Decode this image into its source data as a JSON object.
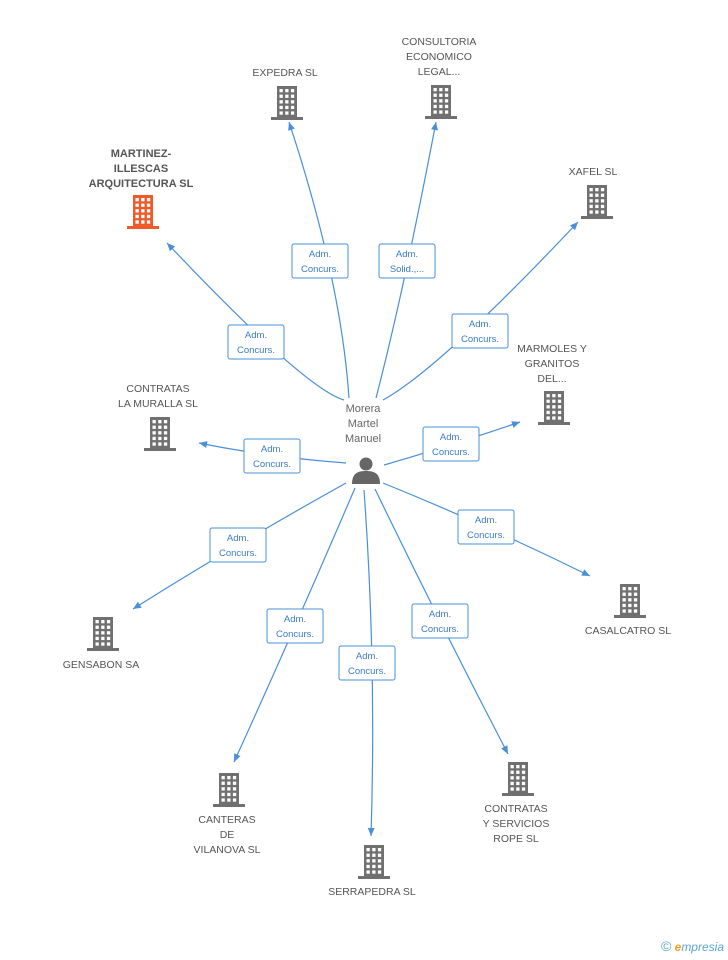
{
  "colors": {
    "edge": "#4a8fd8",
    "building": "#707070",
    "building_highlight": "#f05a28",
    "role_text": "#3a7cc8"
  },
  "person": {
    "name_lines": [
      "Morera",
      "Martel",
      "Manuel"
    ],
    "icon": "person-icon"
  },
  "companies": [
    {
      "id": "expedra",
      "lines": [
        "EXPEDRA SL"
      ],
      "role": [
        "Adm.",
        "Concurs."
      ]
    },
    {
      "id": "consultoria",
      "lines": [
        "CONSULTORIA",
        "ECONOMICO",
        "LEGAL..."
      ],
      "role": [
        "Adm.",
        "Solid.,..."
      ]
    },
    {
      "id": "martinez",
      "lines": [
        "MARTINEZ-",
        "ILLESCAS",
        "ARQUITECTURA SL"
      ],
      "role": [
        "Adm.",
        "Concurs."
      ],
      "highlight": true
    },
    {
      "id": "xafel",
      "lines": [
        "XAFEL SL"
      ],
      "role": [
        "Adm.",
        "Concurs."
      ]
    },
    {
      "id": "marmoles",
      "lines": [
        "MARMOLES Y",
        "GRANITOS",
        "DEL..."
      ],
      "role": [
        "Adm.",
        "Concurs."
      ]
    },
    {
      "id": "contratas-muralla",
      "lines": [
        "CONTRATAS",
        "LA MURALLA SL"
      ],
      "role": [
        "Adm.",
        "Concurs."
      ]
    },
    {
      "id": "casalcatro",
      "lines": [
        "CASALCATRO SL"
      ],
      "role": [
        "Adm.",
        "Concurs."
      ]
    },
    {
      "id": "gensabon",
      "lines": [
        "GENSABON SA"
      ],
      "role": [
        "Adm.",
        "Concurs."
      ]
    },
    {
      "id": "canteras",
      "lines": [
        "CANTERAS",
        "DE",
        "VILANOVA SL"
      ],
      "role": [
        "Adm.",
        "Concurs."
      ]
    },
    {
      "id": "serrapedra",
      "lines": [
        "SERRAPEDRA SL"
      ],
      "role": [
        "Adm.",
        "Concurs."
      ]
    },
    {
      "id": "contratas-rope",
      "lines": [
        "CONTRATAS",
        "Y SERVICIOS",
        "ROPE SL"
      ],
      "role": [
        "Adm.",
        "Concurs."
      ]
    }
  ],
  "watermark": {
    "symbol": "©",
    "brand_initial": "e",
    "brand_rest": "mpresia"
  }
}
